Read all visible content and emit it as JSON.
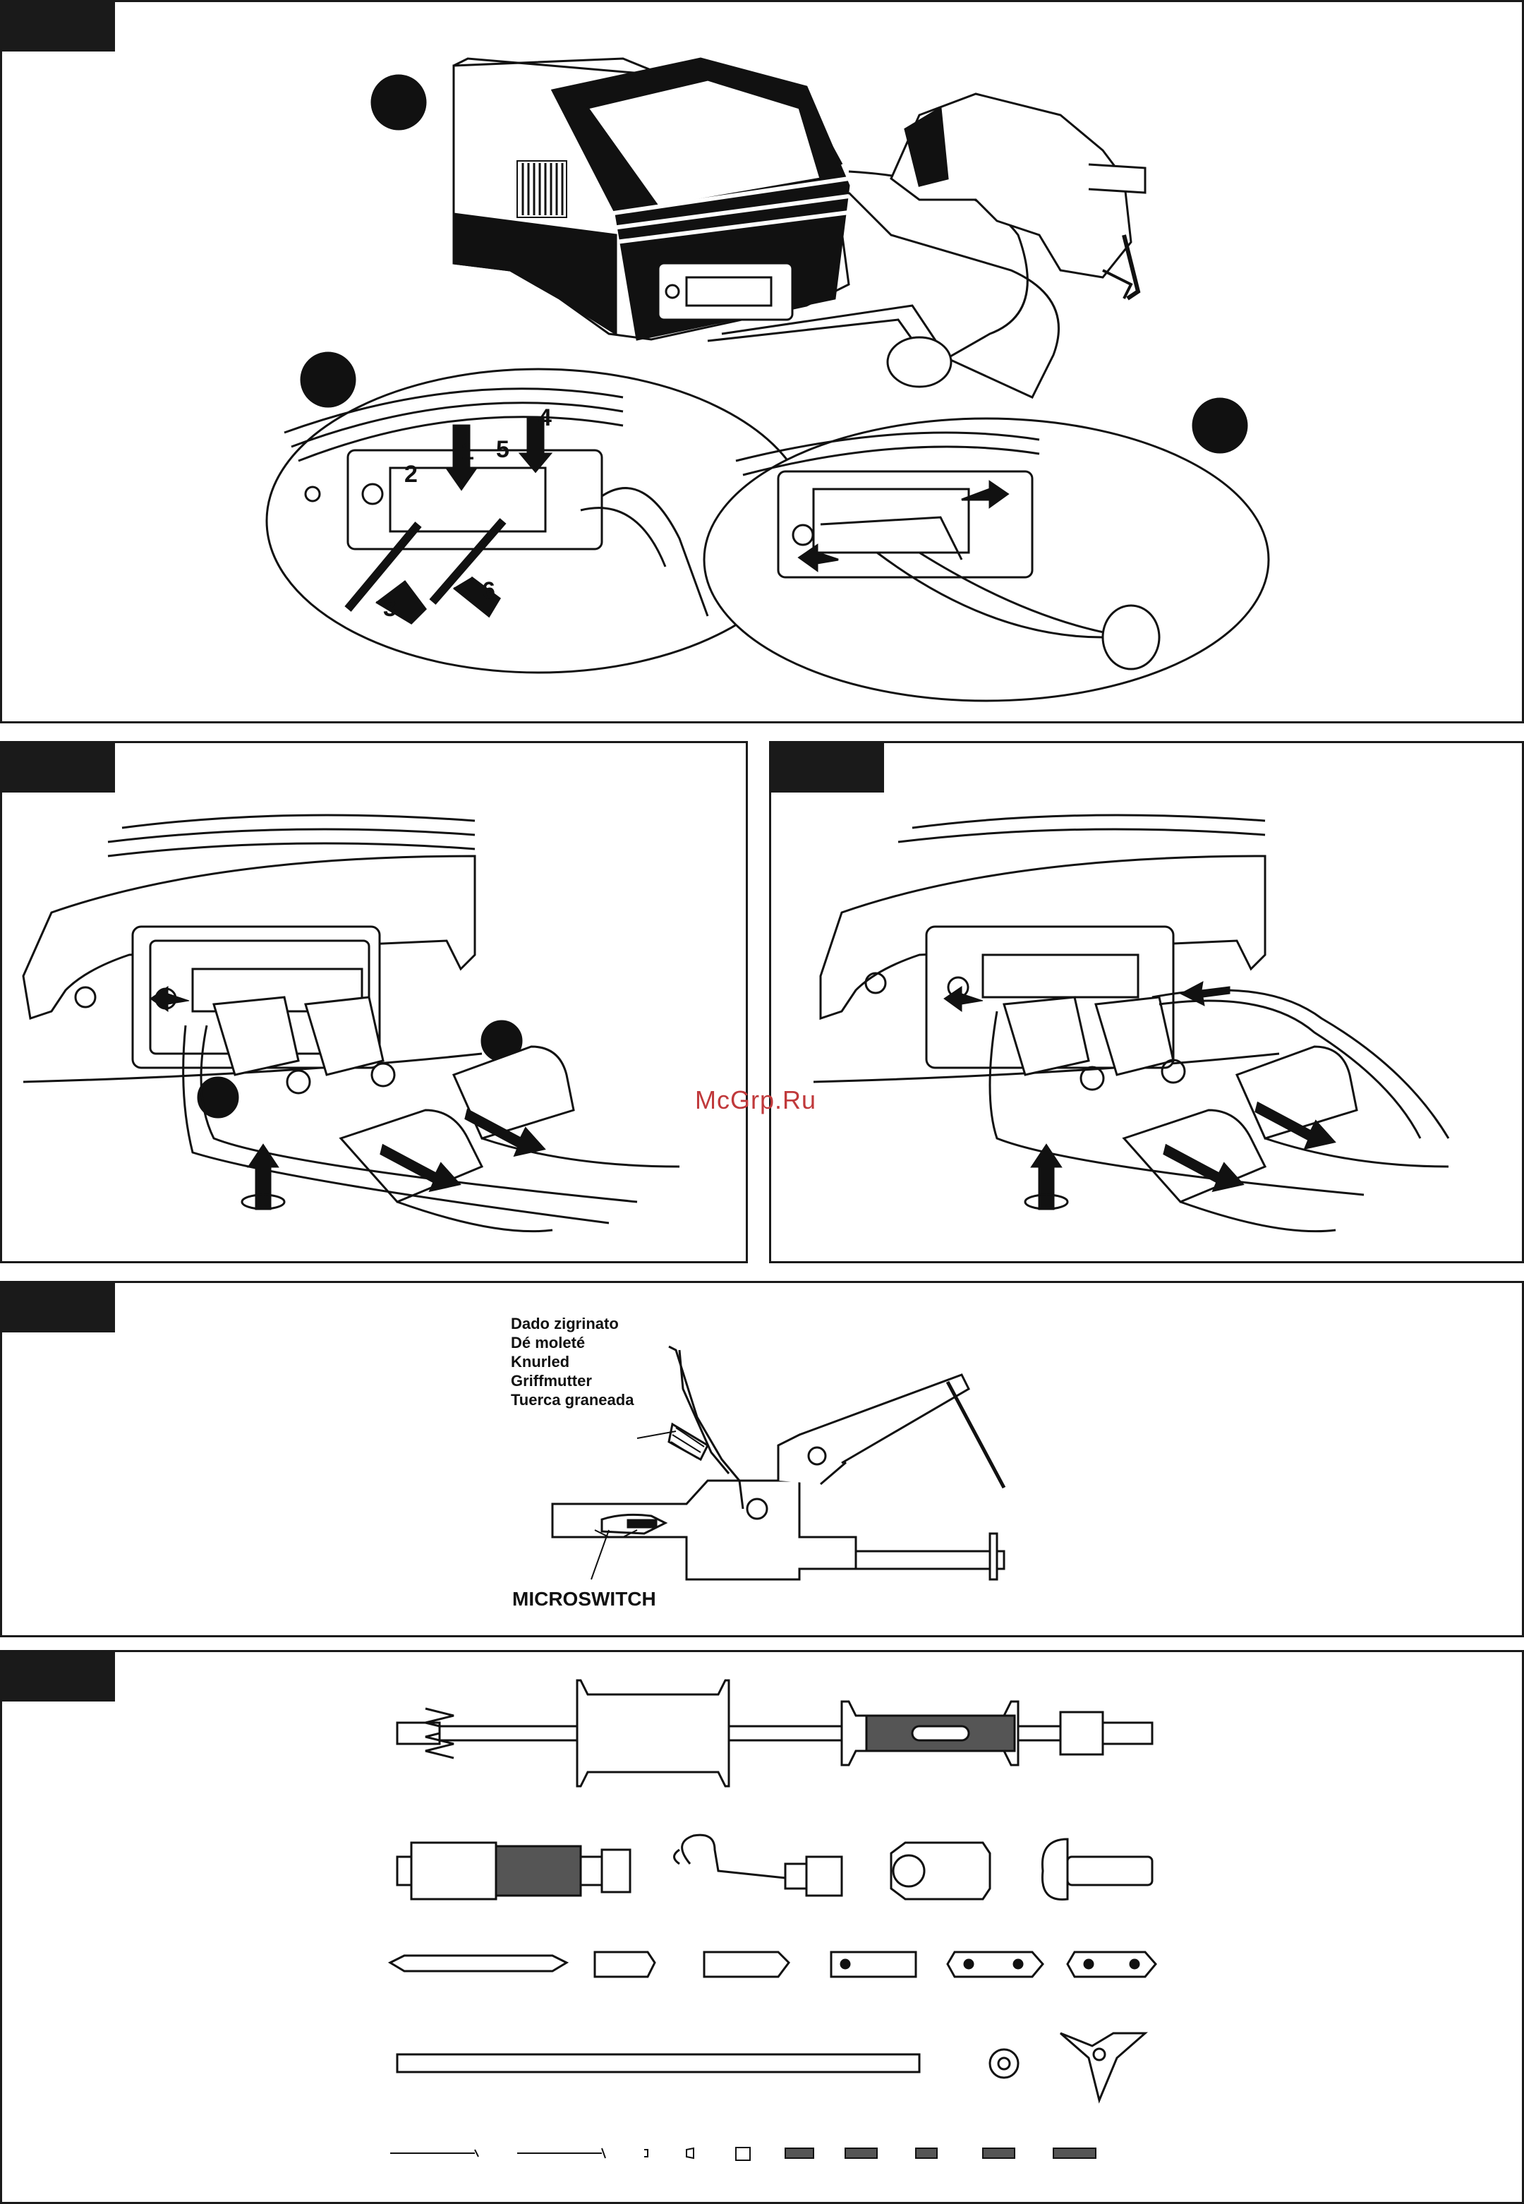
{
  "watermark": "McGrp.Ru",
  "panel_e": {
    "labels": [
      "Dado zigrinato",
      "Dé moleté",
      "Knurled",
      "Griffmutter",
      "Tuerca graneada"
    ],
    "microswitch": "MICROSWITCH"
  },
  "step_numbers": [
    "1",
    "2",
    "3",
    "4",
    "5",
    "6"
  ]
}
